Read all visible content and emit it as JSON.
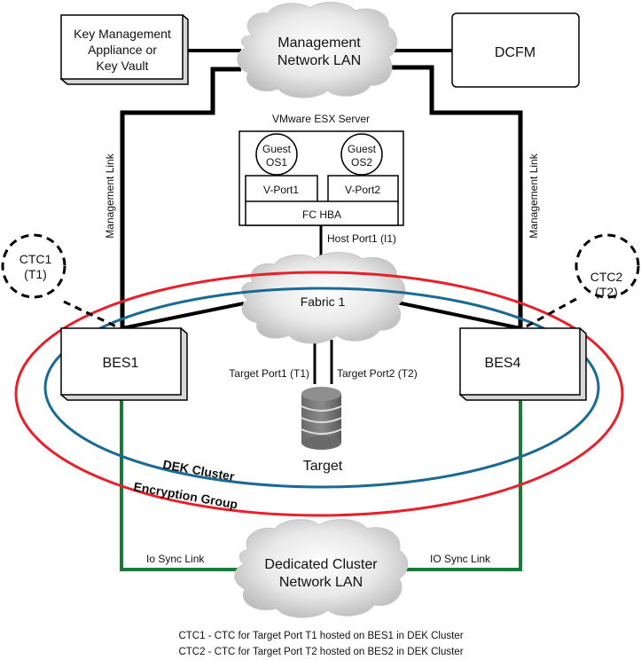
{
  "diagram": {
    "key_management_box": {
      "lines": [
        "Key Management",
        "Appliance or",
        "Key Vault"
      ]
    },
    "management_lan": {
      "lines": [
        "Management",
        "Network LAN"
      ]
    },
    "dcfm_box": {
      "label": "DCFM"
    },
    "esx_server": {
      "title": "VMware ESX Server",
      "guest_os1": [
        "Guest",
        "OS1"
      ],
      "guest_os2": [
        "Guest",
        "OS2"
      ],
      "vport1": "V-Port1",
      "vport2": "V-Port2",
      "fc_hba": "FC HBA",
      "host_port": "Host Port1 (I1)"
    },
    "management_link_left": "Management Link",
    "management_link_right": "Management Link",
    "ctc1": [
      "CTC1",
      "(T1)"
    ],
    "ctc2": [
      "CTC2",
      "(T2)"
    ],
    "fabric": {
      "label": "Fabric 1"
    },
    "bes1": {
      "label": "BES1"
    },
    "bes4": {
      "label": "BES4"
    },
    "target_port1": "Target Port1 (T1)",
    "target_port2": "Target Port2 (T2)",
    "target": {
      "label": "Target"
    },
    "dek_cluster": {
      "label": "DEK Cluster",
      "color": "#1a6a94"
    },
    "encryption_group": {
      "label": "Encryption Group",
      "color": "#e8202a"
    },
    "sync_link_left": "Io Sync Link",
    "sync_link_right": "IO Sync Link",
    "sync_link_color": "#1a7a3a",
    "cluster_lan": {
      "lines": [
        "Dedicated Cluster",
        "Network LAN"
      ]
    },
    "legend": [
      "CTC1 - CTC for Target Port T1 hosted on BES1 in DEK Cluster",
      "CTC2 - CTC for Target Port T2 hosted on BES2 in DEK Cluster"
    ]
  }
}
